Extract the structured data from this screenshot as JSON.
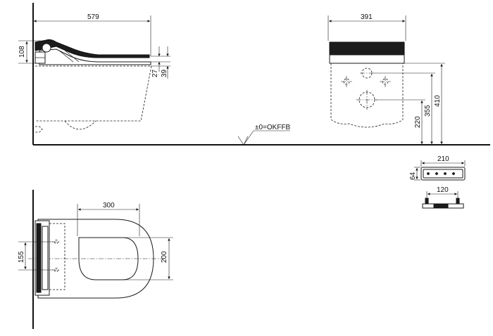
{
  "dimensions": {
    "side_length": "579",
    "side_height": "108",
    "side_gap_a": "27",
    "side_gap_b": "39",
    "front_width": "391",
    "front_h1": "220",
    "front_h2": "355",
    "front_h3": "410",
    "top_length": "300",
    "top_width": "200",
    "top_mount": "155",
    "remote_width": "210",
    "remote_height": "64",
    "remote_base": "120"
  },
  "labels": {
    "floor_reference": "±0=OKFFB"
  }
}
